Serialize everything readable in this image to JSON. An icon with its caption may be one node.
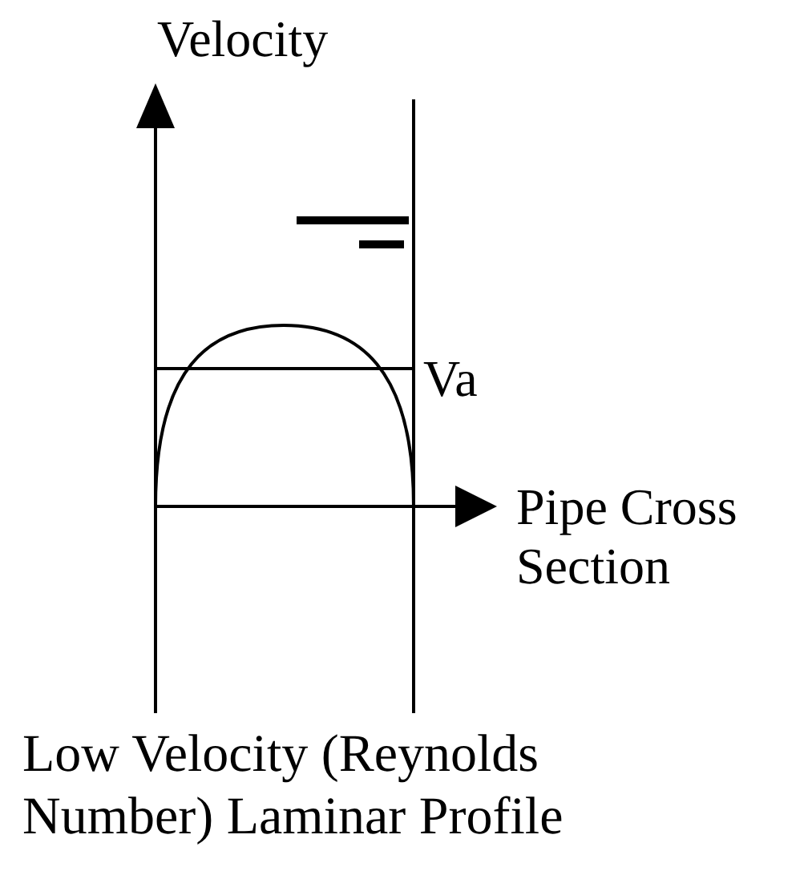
{
  "diagram": {
    "caption": "Low Velocity (Reynolds Number) Laminar Profile",
    "labels": [
      "Velocity",
      "Va",
      "Pipe Cross Section"
    ]
  }
}
